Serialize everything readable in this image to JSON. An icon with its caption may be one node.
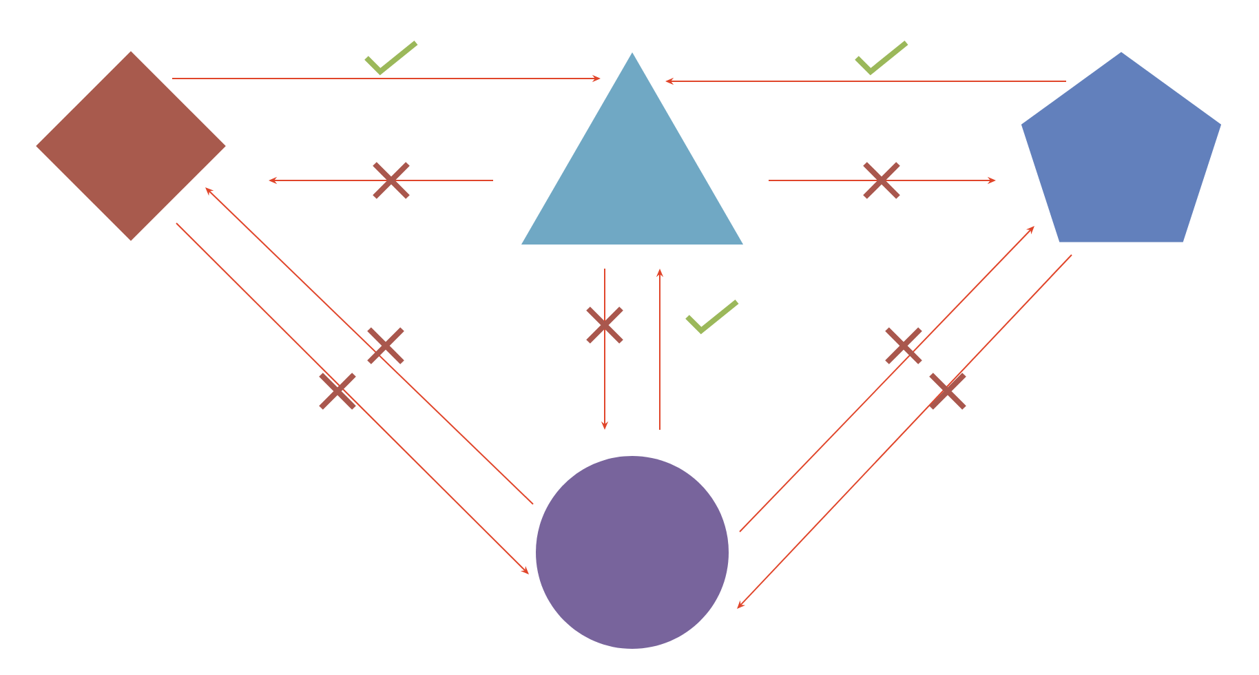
{
  "diagram": {
    "nodes": [
      {
        "text": [],
        "shape": "diamond"
      },
      {
        "text": [],
        "shape": "triangle"
      },
      {
        "text": [],
        "shape": "pentagon"
      },
      {
        "text": [],
        "shape": "circle"
      }
    ],
    "edges": [
      {
        "from": 0,
        "to": 1,
        "arrow": "to"
      },
      {
        "from": 1,
        "to": 0,
        "arrow": "to"
      },
      {
        "from": 2,
        "to": 1,
        "arrow": "to"
      },
      {
        "from": 1,
        "to": 2,
        "arrow": "to"
      },
      {
        "from": 1,
        "to": 3,
        "arrow": "to"
      },
      {
        "from": 3,
        "to": 1,
        "arrow": "to"
      },
      {
        "from": 3,
        "to": 0,
        "arrow": "to"
      },
      {
        "from": 0,
        "to": 3,
        "arrow": "to"
      },
      {
        "from": 3,
        "to": 2,
        "arrow": "to"
      },
      {
        "from": 2,
        "to": 3,
        "arrow": "to"
      }
    ]
  }
}
